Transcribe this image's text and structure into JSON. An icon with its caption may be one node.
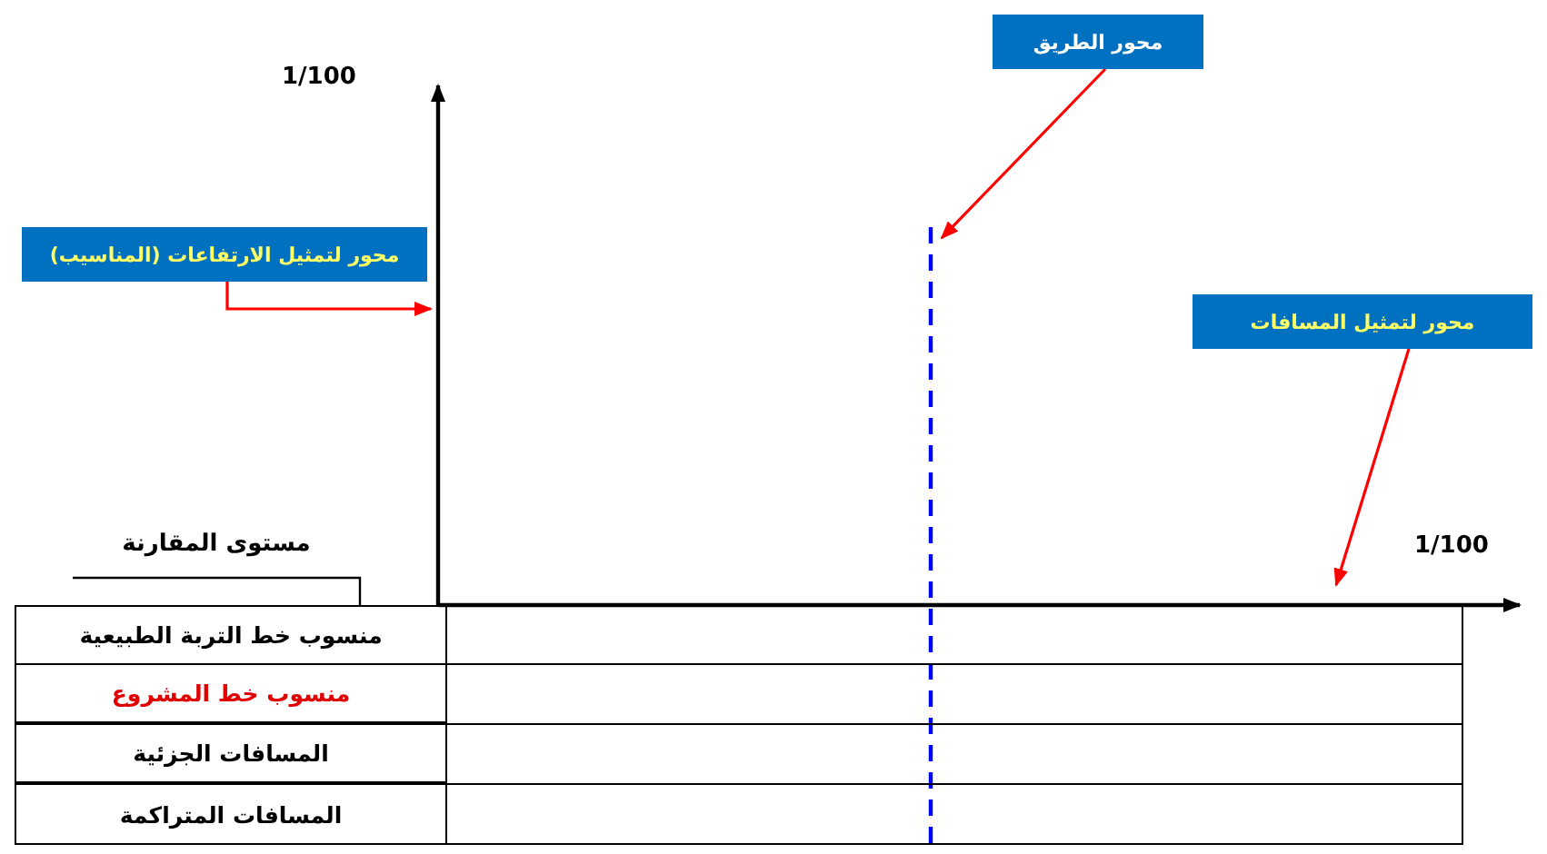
{
  "diagram": {
    "nodes": [
      {
        "text": [
          "محور الطريق"
        ]
      },
      {
        "text": [
          "محور لتمثيل الارتفاعات (المناسيب)"
        ]
      },
      {
        "text": [
          "محور لتمثيل المسافات"
        ]
      }
    ],
    "edges": [
      {
        "from": 0,
        "to": null,
        "arrow": "to"
      },
      {
        "from": 1,
        "to": null,
        "arrow": "to"
      },
      {
        "from": 2,
        "to": null,
        "arrow": "to"
      }
    ],
    "labels": [
      "1/100",
      "1/100",
      "مستوى المقارنة",
      "منسوب خط التربة الطبيعية",
      "منسوب خط المشروع",
      "المسافات الجزئية",
      "المسافات المتراكمة"
    ]
  }
}
